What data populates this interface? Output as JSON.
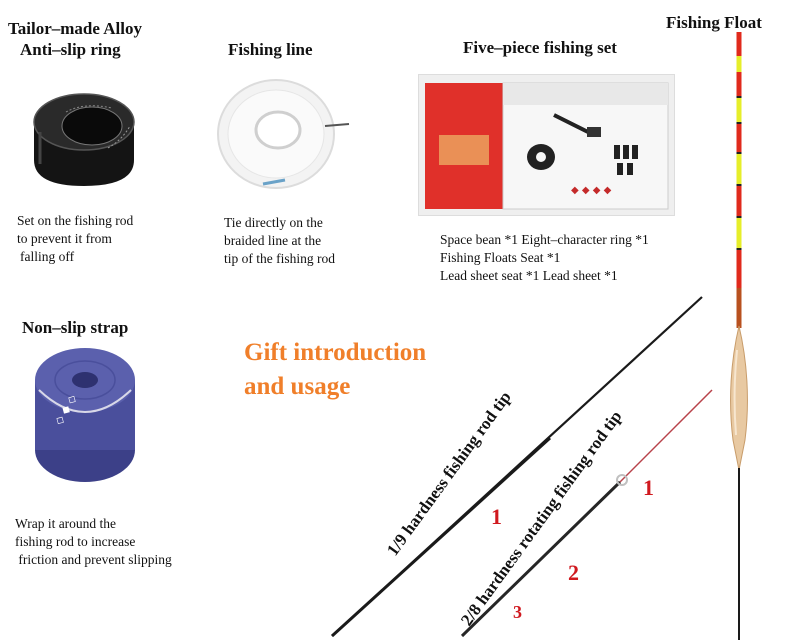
{
  "items": {
    "alloy_ring": {
      "heading_line1": "Tailor–made Alloy",
      "heading_line2": "Anti–slip ring",
      "desc_lines": [
        "Set on the fishing rod",
        "to prevent it from",
        "falling off"
      ]
    },
    "fishing_line": {
      "heading": "Fishing line",
      "desc_lines": [
        "Tie directly on the",
        "braided line at the",
        "tip of the fishing rod"
      ]
    },
    "fishing_set": {
      "heading": "Five–piece fishing set",
      "desc_lines": [
        "Space bean *1 Eight–character ring *1",
        "Fishing Floats Seat *1",
        "Lead sheet seat *1 Lead sheet *1"
      ]
    },
    "fishing_float": {
      "heading": "Fishing Float"
    },
    "strap": {
      "heading": "Non–slip strap",
      "desc_lines": [
        "Wrap it around the",
        "fishing rod to increase",
        " friction and prevent slipping"
      ]
    },
    "gift": {
      "line1": "Gift introduction",
      "line2": "and usage"
    },
    "rod_tip_1": {
      "label": "1/9 hardness fishing rod tip",
      "numbers": [
        "1"
      ]
    },
    "rod_tip_2": {
      "label": "2/8 hardness rotating fishing rod tip",
      "numbers": [
        "1",
        "2",
        "3"
      ]
    }
  },
  "colors": {
    "gift_orange": "#f07f2a",
    "number_red": "#d0191f",
    "strap_purple": "#4a4f9c",
    "float_red": "#e02a1c",
    "float_yellow": "#e6ee2a"
  }
}
